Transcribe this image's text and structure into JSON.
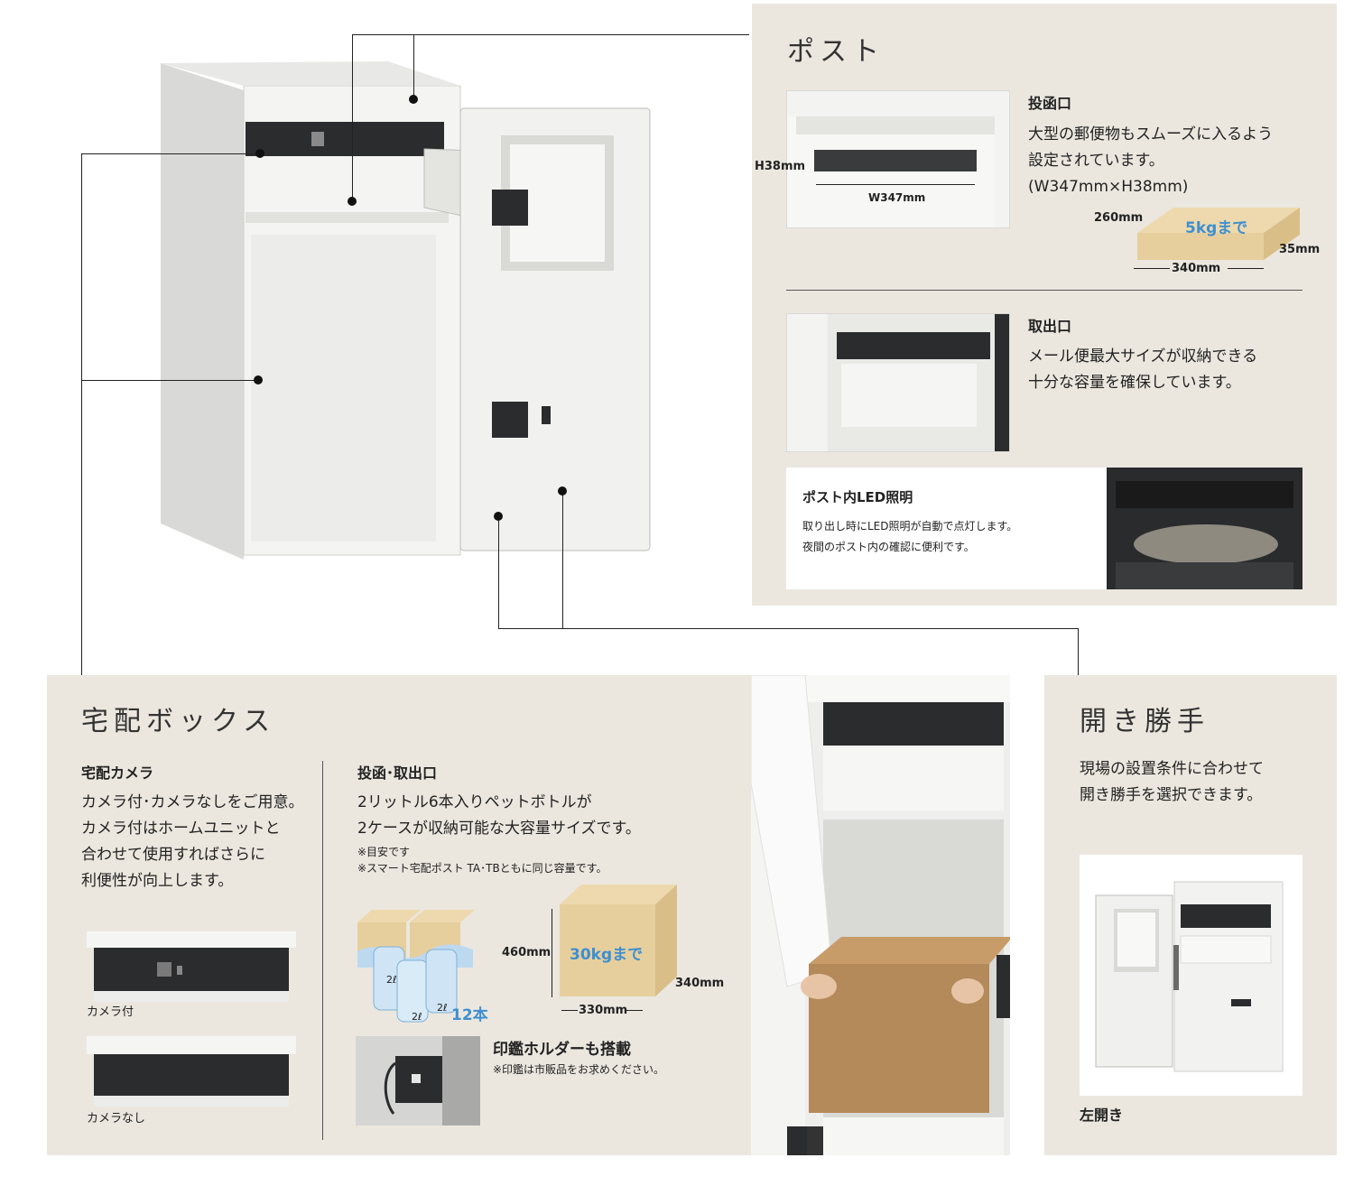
{
  "post": {
    "title": "ポスト",
    "slot": {
      "heading": "投函口",
      "lines": [
        "大型の郵便物もスムーズに入るよう",
        "設定されています。",
        "(W347mm×H38mm)"
      ],
      "dim_h": "H38mm",
      "dim_w": "W347mm",
      "parcel_label": "5kgまで",
      "parcel_depth": "260mm",
      "parcel_height": "35mm",
      "parcel_width": "340mm"
    },
    "outlet": {
      "heading": "取出口",
      "lines": [
        "メール便最大サイズが収納できる",
        "十分な容量を確保しています。"
      ]
    },
    "led": {
      "heading": "ポスト内LED照明",
      "lines": [
        "取り出し時にLED照明が自動で点灯します。",
        "夜間のポスト内の確認に便利です。"
      ]
    }
  },
  "delivery": {
    "title": "宅配ボックス",
    "camera": {
      "heading": "宅配カメラ",
      "lines": [
        "カメラ付･カメラなしをご用意。",
        "カメラ付はホームユニットと",
        "合わせて使用すればさらに",
        "利便性が向上します。"
      ],
      "with_camera": "カメラ付",
      "without_camera": "カメラなし"
    },
    "slot": {
      "heading": "投函･取出口",
      "lines": [
        "2リットル6本入りペットボトルが",
        "2ケースが収納可能な大容量サイズです。"
      ],
      "notes": [
        "※目安です",
        "※スマート宅配ポスト TA･TBともに同じ容量です。"
      ],
      "bottles": "12本",
      "bottle_label": "2ℓ",
      "box_label": "30kgまで",
      "box_height": "460mm",
      "box_width": "330mm",
      "box_depth": "340mm"
    },
    "stamp": {
      "heading": "印鑑ホルダーも搭載",
      "note": "※印鑑は市販品をお求めください。"
    }
  },
  "door": {
    "title": "開き勝手",
    "lines": [
      "現場の設置条件に合わせて",
      "開き勝手を選択できます。"
    ],
    "caption": "左開き"
  },
  "colors": {
    "panel": "#ebe7df",
    "accent_blue": "#3f8fd0",
    "cardboard": "#e6cf9d"
  }
}
